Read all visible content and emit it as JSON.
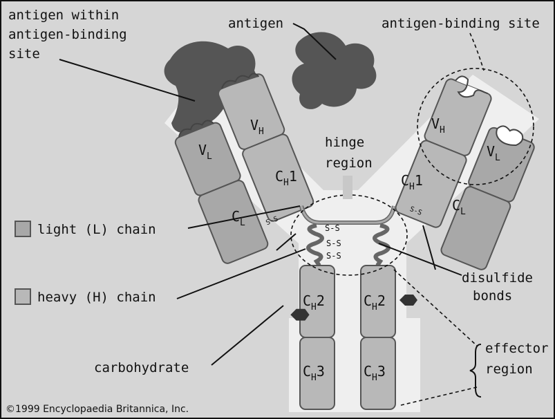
{
  "labels": {
    "antigen_within_1": "antigen within",
    "antigen_within_2": "antigen-binding",
    "antigen_within_3": "site",
    "antigen": "antigen",
    "binding_site": "antigen-binding site",
    "hinge_1": "hinge",
    "hinge_2": "region",
    "light_chain": "light (L) chain",
    "heavy_chain": "heavy (H) chain",
    "disulfide_1": "disulfide",
    "disulfide_2": "bonds",
    "carbohydrate": "carbohydrate",
    "effector_1": "effector",
    "effector_2": "region",
    "copyright": "©1999 Encyclopaedia Britannica, Inc."
  },
  "domains": {
    "V": "V",
    "C": "C",
    "H": "H",
    "L": "L",
    "one": "1",
    "two": "2",
    "three": "3",
    "ss": "S-S"
  },
  "colors": {
    "background": "#d6d6d6",
    "body": "#efefef",
    "antigen": "#555555",
    "heavy_domain": "#b8b8b8",
    "light_domain": "#a8a8a8",
    "carbohydrate": "#333333"
  }
}
